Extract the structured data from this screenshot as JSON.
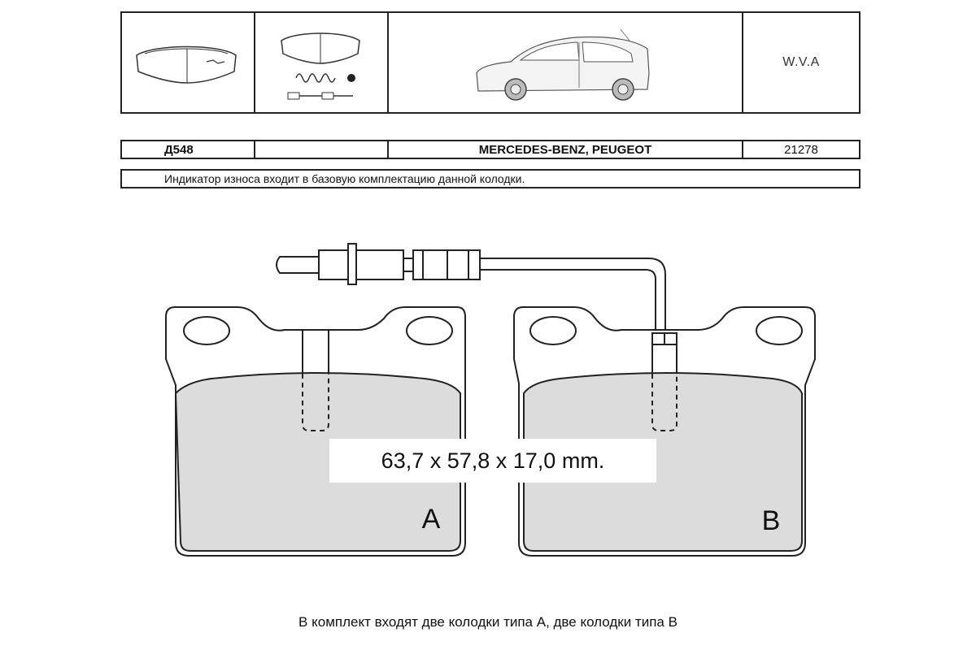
{
  "header": {
    "brand_code": "W.V.A"
  },
  "info_row": {
    "code": "Д548",
    "blank": "",
    "makes": "MERCEDES-BENZ, PEUGEOT",
    "number": "21278"
  },
  "note": "Индикатор износа входит в базовую комплектацию данной колодки.",
  "drawing": {
    "dimensions": "63,7 x 57,8 x 17,0 mm.",
    "pad_a_label": "A",
    "pad_b_label": "B"
  },
  "footer": "В комплект входят две колодки типа А, две колодки типа В"
}
